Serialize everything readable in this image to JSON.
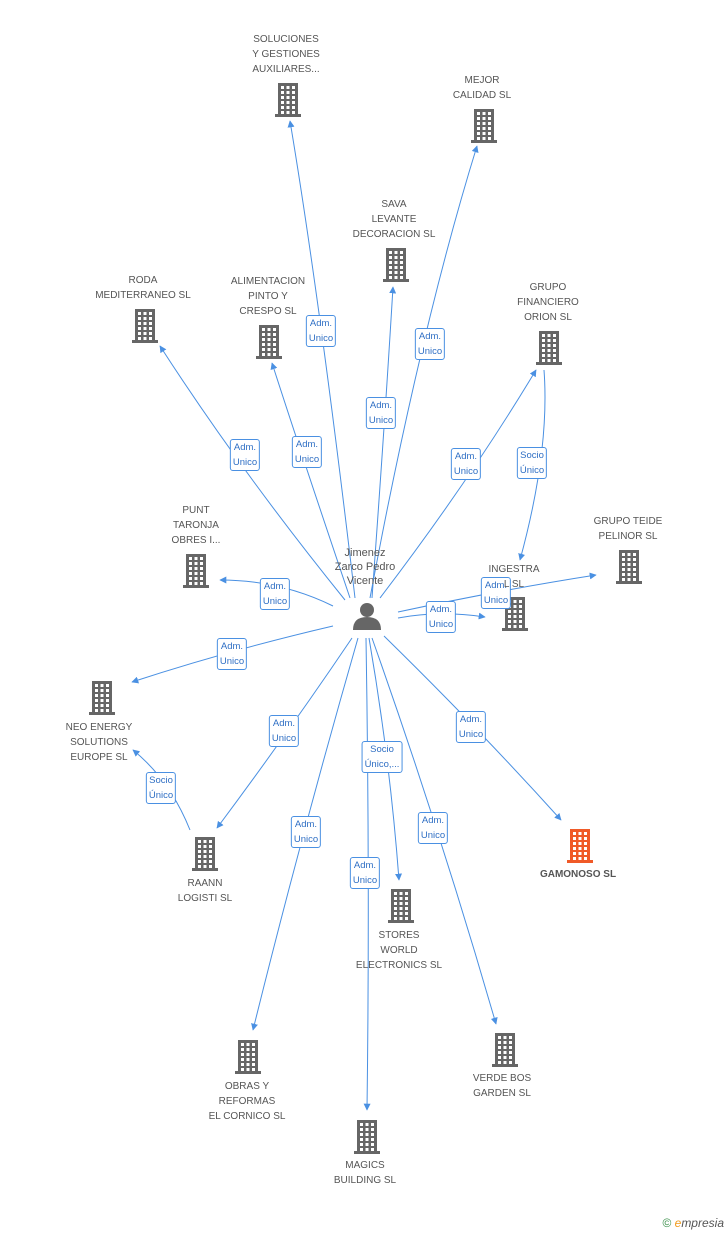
{
  "center": {
    "label": "Jimenez\nZarco Pedro\nVicente"
  },
  "companies": [
    {
      "id": "soluciones",
      "label": "SOLUCIONES\nY GESTIONES\nAUXILIARES..."
    },
    {
      "id": "mejor",
      "label": "MEJOR\nCALIDAD SL"
    },
    {
      "id": "sava",
      "label": "SAVA\nLEVANTE\nDECORACION SL"
    },
    {
      "id": "roda",
      "label": "RODA\nMEDITERRANEO SL"
    },
    {
      "id": "alimentacion",
      "label": "ALIMENTACION\nPINTO Y\nCRESPO SL"
    },
    {
      "id": "grupo_fin",
      "label": "GRUPO\nFINANCIERO\nORION SL"
    },
    {
      "id": "punt",
      "label": "PUNT\nTARONJA\nOBRES I..."
    },
    {
      "id": "teide",
      "label": "GRUPO TEIDE\nPELINOR SL"
    },
    {
      "id": "ingestra",
      "label": "INGESTRA\n   L SL"
    },
    {
      "id": "neo",
      "label": "NEO ENERGY\nSOLUTIONS\nEUROPE  SL"
    },
    {
      "id": "gamonoso",
      "label": "GAMONOSO SL"
    },
    {
      "id": "raann",
      "label": "RAANN\nLOGISTI SL"
    },
    {
      "id": "stores",
      "label": "STORES\nWORLD\nELECTRONICS SL"
    },
    {
      "id": "obras",
      "label": "OBRAS Y\nREFORMAS\nEL CORNICO SL"
    },
    {
      "id": "verde",
      "label": "VERDE BOS\nGARDEN SL"
    },
    {
      "id": "magics",
      "label": "MAGICS\nBUILDING SL"
    }
  ],
  "edges": [
    {
      "from": "center",
      "to": "soluciones",
      "label": "Adm.\nUnico"
    },
    {
      "from": "center",
      "to": "mejor",
      "label": "Adm.\nUnico"
    },
    {
      "from": "center",
      "to": "sava",
      "label": "Adm.\nUnico"
    },
    {
      "from": "center",
      "to": "roda",
      "label": "Adm.\nUnico"
    },
    {
      "from": "center",
      "to": "alimentacion",
      "label": "Adm.\nUnico"
    },
    {
      "from": "center",
      "to": "grupo_fin",
      "label": "Adm.\nUnico"
    },
    {
      "from": "grupo_fin",
      "to": "ingestra",
      "label": "Socio\nÚnico"
    },
    {
      "from": "center",
      "to": "punt",
      "label": "Adm.\nUnico"
    },
    {
      "from": "center",
      "to": "teide",
      "label": "Adm.\nUnico"
    },
    {
      "from": "center",
      "to": "ingestra",
      "label": "Adm.\nUnico"
    },
    {
      "from": "center",
      "to": "neo",
      "label": "Adm.\nUnico"
    },
    {
      "from": "raann",
      "to": "neo",
      "label": "Socio\nÚnico"
    },
    {
      "from": "center",
      "to": "raann",
      "label": "Adm.\nUnico"
    },
    {
      "from": "center",
      "to": "stores",
      "label": "Socio\nÚnico,..."
    },
    {
      "from": "center",
      "to": "obras",
      "label": "Adm.\nUnico"
    },
    {
      "from": "center",
      "to": "magics",
      "label": "Adm.\nUnico"
    },
    {
      "from": "center",
      "to": "verde",
      "label": "Adm.\nUnico"
    },
    {
      "from": "center",
      "to": "gamonoso",
      "label": "Adm.\nUnico"
    }
  ],
  "colors": {
    "edge": "#4a90e2",
    "building": "#666666",
    "focus_building": "#f05a28",
    "person": "#666666"
  },
  "copyright": {
    "symbol": "©",
    "brand_first": "e",
    "brand_rest": "mpresia"
  }
}
